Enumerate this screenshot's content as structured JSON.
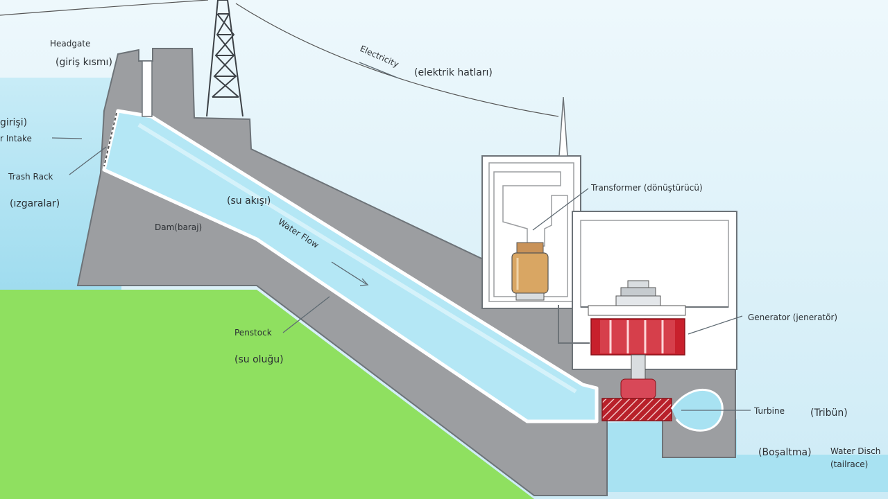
{
  "labels": {
    "headgate": "Headgate",
    "headgate_tr": "(giriş kısmı)",
    "intake_tr": "girişi)",
    "intake": "r Intake",
    "trash_rack": "Trash Rack",
    "trash_rack_tr": "(ızgaralar)",
    "dam": "Dam(baraj)",
    "water_flow_tr": "(su akışı)",
    "water_flow": "Water Flow",
    "penstock": "Penstock",
    "penstock_tr": "(su oluğu)",
    "electricity": "Electricity",
    "electricity_tr": "(elektrik hatları)",
    "transformer": "Transformer (dönüştürücü)",
    "generator": "Generator (jeneratör)",
    "turbine": "Turbine",
    "turbine_tr": "(Tribün)",
    "discharge_tr": "(Boşaltma)",
    "discharge": "Water Disch",
    "tailrace": "(tailrace)"
  },
  "colors": {
    "sky": "#d9f0f8",
    "water": "#a8e2f2",
    "dam": "#9c9ea1",
    "ground": "#8fe060",
    "generator": "#c8202c",
    "transformer": "#d9a663",
    "outline": "#6d7378"
  }
}
